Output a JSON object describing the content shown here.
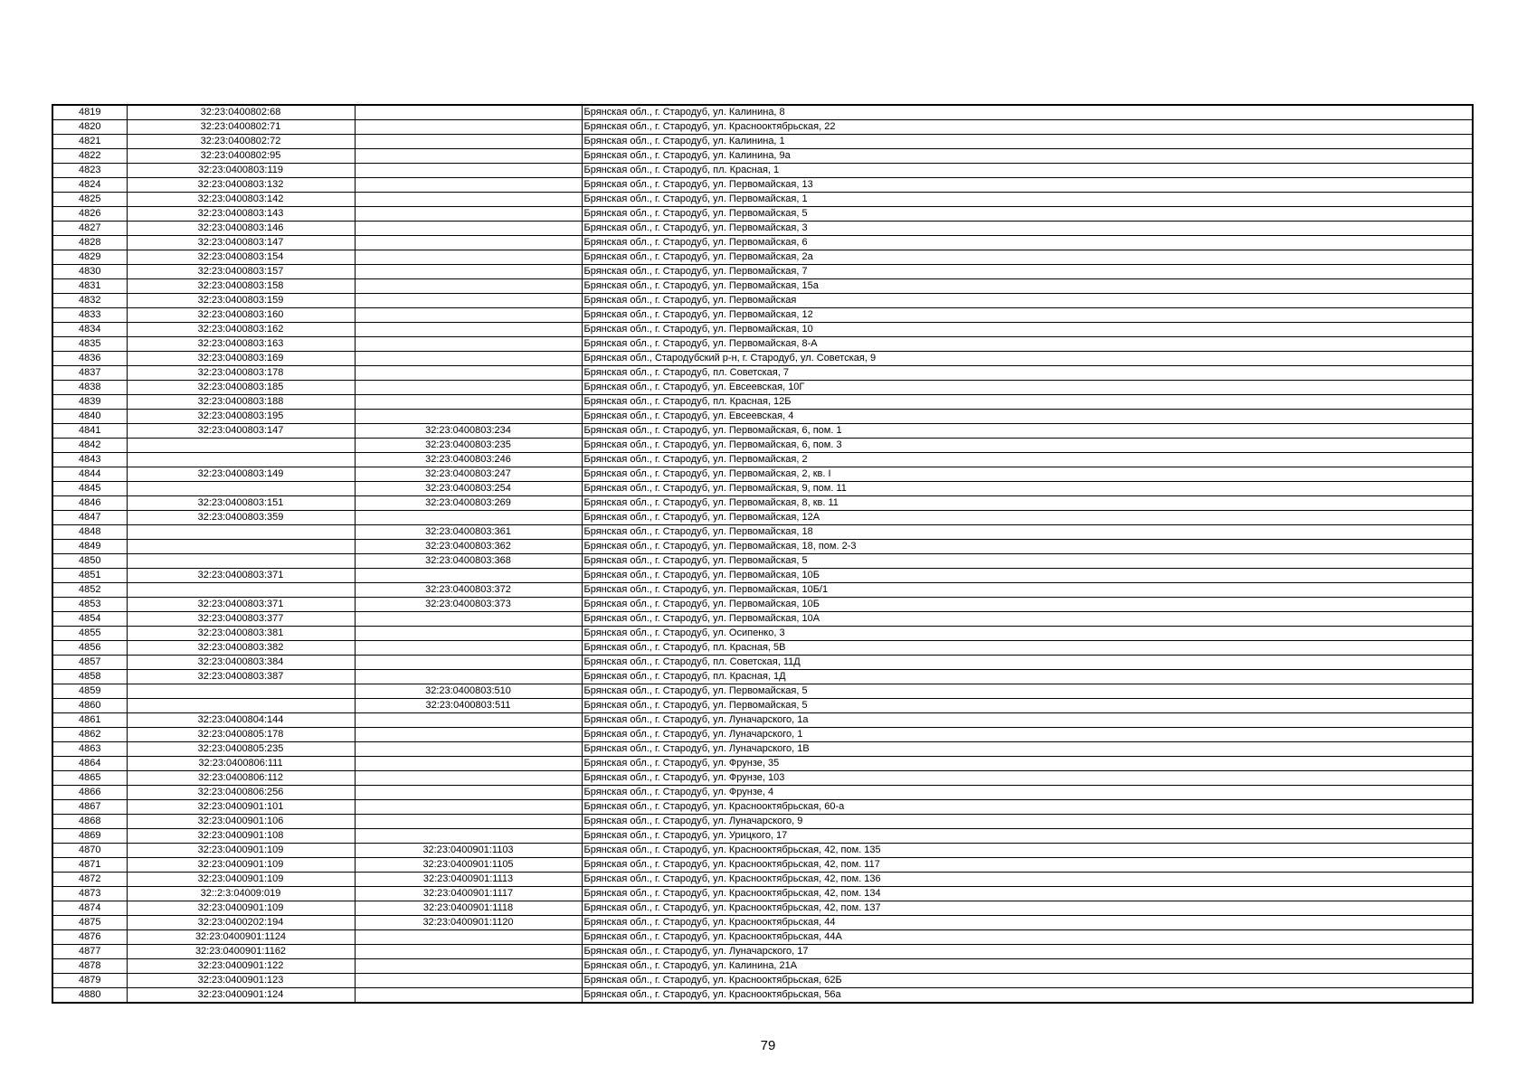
{
  "page_number": "79",
  "rows": [
    [
      "4819",
      "32:23:0400802:68",
      "",
      "Брянская обл., г. Стародуб, ул. Калинина, 8"
    ],
    [
      "4820",
      "32:23:0400802:71",
      "",
      "Брянская обл., г. Стародуб, ул. Краснооктябрьская, 22"
    ],
    [
      "4821",
      "32:23:0400802:72",
      "",
      "Брянская обл., г. Стародуб, ул. Калинина, 1"
    ],
    [
      "4822",
      "32:23:0400802:95",
      "",
      "Брянская обл., г. Стародуб, ул. Калинина, 9а"
    ],
    [
      "4823",
      "32:23:0400803:119",
      "",
      "Брянская обл., г. Стародуб, пл. Красная, 1"
    ],
    [
      "4824",
      "32:23:0400803:132",
      "",
      "Брянская обл., г. Стародуб, ул. Первомайская, 13"
    ],
    [
      "4825",
      "32:23:0400803:142",
      "",
      "Брянская обл., г. Стародуб, ул. Первомайская, 1"
    ],
    [
      "4826",
      "32:23:0400803:143",
      "",
      "Брянская обл., г. Стародуб, ул. Первомайская, 5"
    ],
    [
      "4827",
      "32:23:0400803:146",
      "",
      "Брянская обл., г. Стародуб, ул. Первомайская, 3"
    ],
    [
      "4828",
      "32:23:0400803:147",
      "",
      "Брянская обл., г. Стародуб, ул. Первомайская, 6"
    ],
    [
      "4829",
      "32:23:0400803:154",
      "",
      "Брянская обл., г. Стародуб, ул. Первомайская, 2а"
    ],
    [
      "4830",
      "32:23:0400803:157",
      "",
      "Брянская обл., г. Стародуб, ул. Первомайская, 7"
    ],
    [
      "4831",
      "32:23:0400803:158",
      "",
      "Брянская обл., г. Стародуб, ул. Первомайская, 15а"
    ],
    [
      "4832",
      "32:23:0400803:159",
      "",
      "Брянская обл., г. Стародуб, ул. Первомайская"
    ],
    [
      "4833",
      "32:23:0400803:160",
      "",
      "Брянская обл., г. Стародуб, ул. Первомайская, 12"
    ],
    [
      "4834",
      "32:23:0400803:162",
      "",
      "Брянская обл., г. Стародуб, ул. Первомайская, 10"
    ],
    [
      "4835",
      "32:23:0400803:163",
      "",
      "Брянская обл., г. Стародуб, ул. Первомайская, 8-А"
    ],
    [
      "4836",
      "32:23:0400803:169",
      "",
      "Брянская обл., Стародубский р-н, г. Стародуб, ул. Советская, 9"
    ],
    [
      "4837",
      "32:23:0400803:178",
      "",
      "Брянская обл., г. Стародуб, пл. Советская, 7"
    ],
    [
      "4838",
      "32:23:0400803:185",
      "",
      "Брянская обл., г. Стародуб, ул. Евсеевская, 10Г"
    ],
    [
      "4839",
      "32:23:0400803:188",
      "",
      "Брянская обл., г. Стародуб, пл. Красная, 12Б"
    ],
    [
      "4840",
      "32:23:0400803:195",
      "",
      "Брянская обл., г. Стародуб, ул. Евсеевская, 4"
    ],
    [
      "4841",
      "32:23:0400803:147",
      "32:23:0400803:234",
      "Брянская обл., г. Стародуб, ул. Первомайская, 6, пом. 1"
    ],
    [
      "4842",
      "",
      "32:23:0400803:235",
      "Брянская обл., г. Стародуб, ул. Первомайская, 6, пом. 3"
    ],
    [
      "4843",
      "",
      "32:23:0400803:246",
      "Брянская обл., г. Стародуб, ул. Первомайская, 2"
    ],
    [
      "4844",
      "32:23:0400803:149",
      "32:23:0400803:247",
      "Брянская обл., г. Стародуб, ул. Первомайская, 2, кв. I"
    ],
    [
      "4845",
      "",
      "32:23:0400803:254",
      "Брянская обл., г. Стародуб, ул. Первомайская, 9, пом. 11"
    ],
    [
      "4846",
      "32:23:0400803:151",
      "32:23:0400803:269",
      "Брянская обл., г. Стародуб, ул. Первомайская, 8, кв. 11"
    ],
    [
      "4847",
      "32:23:0400803:359",
      "",
      "Брянская обл., г. Стародуб, ул. Первомайская, 12А"
    ],
    [
      "4848",
      "",
      "32:23:0400803:361",
      "Брянская обл., г. Стародуб, ул. Первомайская, 18"
    ],
    [
      "4849",
      "",
      "32:23:0400803:362",
      "Брянская обл., г. Стародуб, ул. Первомайская, 18, пом. 2-3"
    ],
    [
      "4850",
      "",
      "32:23:0400803:368",
      "Брянская обл., г. Стародуб, ул. Первомайская, 5"
    ],
    [
      "4851",
      "32:23:0400803:371",
      "",
      "Брянская обл., г. Стародуб, ул. Первомайская, 10Б"
    ],
    [
      "4852",
      "",
      "32:23:0400803:372",
      "Брянская обл., г. Стародуб, ул. Первомайская, 10Б/1"
    ],
    [
      "4853",
      "32:23:0400803:371",
      "32:23:0400803:373",
      "Брянская обл., г. Стародуб, ул. Первомайская, 10Б"
    ],
    [
      "4854",
      "32:23:0400803:377",
      "",
      "Брянская обл., г. Стародуб, ул. Первомайская, 10А"
    ],
    [
      "4855",
      "32:23:0400803:381",
      "",
      "Брянская обл., г. Стародуб, ул. Осипенко, 3"
    ],
    [
      "4856",
      "32:23:0400803:382",
      "",
      "Брянская обл., г. Стародуб, пл. Красная, 5В"
    ],
    [
      "4857",
      "32:23:0400803:384",
      "",
      "Брянская обл., г. Стародуб, пл. Советская, 11Д"
    ],
    [
      "4858",
      "32:23:0400803:387",
      "",
      "Брянская обл., г. Стародуб, пл. Красная, 1Д"
    ],
    [
      "4859",
      "",
      "32:23:0400803:510",
      "Брянская обл., г. Стародуб, ул. Первомайская, 5"
    ],
    [
      "4860",
      "",
      "32:23:0400803:511",
      "Брянская обл., г. Стародуб, ул. Первомайская, 5"
    ],
    [
      "4861",
      "32:23:0400804:144",
      "",
      "Брянская обл., г. Стародуб, ул. Луначарского, 1а"
    ],
    [
      "4862",
      "32:23:0400805:178",
      "",
      "Брянская обл., г. Стародуб, ул. Луначарского, 1"
    ],
    [
      "4863",
      "32:23:0400805:235",
      "",
      "Брянская обл., г. Стародуб, ул. Луначарского, 1В"
    ],
    [
      "4864",
      "32:23:0400806:111",
      "",
      "Брянская обл., г. Стародуб, ул. Фрунзе, 35"
    ],
    [
      "4865",
      "32:23:0400806:112",
      "",
      "Брянская обл., г. Стародуб, ул. Фрунзе, 103"
    ],
    [
      "4866",
      "32:23:0400806:256",
      "",
      "Брянская обл., г. Стародуб, ул. Фрунзе, 4"
    ],
    [
      "4867",
      "32:23:0400901:101",
      "",
      "Брянская обл., г. Стародуб, ул. Краснооктябрьская, 60-а"
    ],
    [
      "4868",
      "32:23:0400901:106",
      "",
      "Брянская обл., г. Стародуб, ул. Луначарского, 9"
    ],
    [
      "4869",
      "32:23:0400901:108",
      "",
      "Брянская обл., г. Стародуб, ул. Урицкого, 17"
    ],
    [
      "4870",
      "32:23:0400901:109",
      "32:23:0400901:1103",
      "Брянская обл., г. Стародуб, ул. Краснооктябрьская, 42, пом. 135"
    ],
    [
      "4871",
      "32:23:0400901:109",
      "32:23:0400901:1105",
      "Брянская обл., г. Стародуб, ул. Краснооктябрьская, 42, пом. 117"
    ],
    [
      "4872",
      "32:23:0400901:109",
      "32:23:0400901:1113",
      "Брянская обл., г. Стародуб, ул. Краснооктябрьская, 42, пом. 136"
    ],
    [
      "4873",
      "32::2:3:04009:019",
      "32:23:0400901:1117",
      "Брянская обл., г. Стародуб, ул. Краснооктябрьская, 42, пом. 134"
    ],
    [
      "4874",
      "32:23:0400901:109",
      "32:23:0400901:1118",
      "Брянская обл., г. Стародуб, ул. Краснооктябрьская, 42, пом. 137"
    ],
    [
      "4875",
      "32:23:0400202:194",
      "32:23:0400901:1120",
      "Брянская обл., г. Стародуб, ул. Краснооктябрьская, 44"
    ],
    [
      "4876",
      "32:23:0400901:1124",
      "",
      "Брянская обл., г. Стародуб, ул. Краснооктябрьская, 44А"
    ],
    [
      "4877",
      "32:23:0400901:1162",
      "",
      "Брянская обл., г. Стародуб, ул. Луначарского, 17"
    ],
    [
      "4878",
      "32:23:0400901:122",
      "",
      "Брянская обл., г. Стародуб, ул. Калинина, 21А"
    ],
    [
      "4879",
      "32:23:0400901:123",
      "",
      "Брянская обл., г. Стародуб, ул. Краснооктябрьская, 62Б"
    ],
    [
      "4880",
      "32:23:0400901:124",
      "",
      "Брянская обл., г. Стародуб, ул. Краснооктябрьская, 56а"
    ]
  ]
}
